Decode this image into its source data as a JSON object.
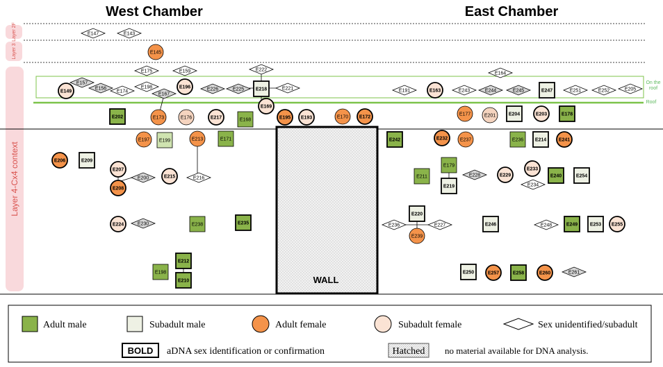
{
  "titles": {
    "west": "West Chamber",
    "east": "East Chamber"
  },
  "side_labels": {
    "layer2f": "Layer 2F",
    "layer3": "Layer 3",
    "layer4": "Layer 4-Cx4 context"
  },
  "roof_labels": {
    "on_the_roof": "On the roof",
    "roof": "Roof"
  },
  "wall_label": "WALL",
  "colors": {
    "adult_male": "#8ab34a",
    "subadult_male": "#eef1e4",
    "adult_female": "#f4934a",
    "subadult_female": "#fbe3d4",
    "roof_line": "#7cc34a",
    "layer_band": "#f9d9dc"
  },
  "legend": {
    "adult_male": "Adult male",
    "subadult_male": "Subadult male",
    "adult_female": "Adult female",
    "subadult_female": "Subadult female",
    "unidentified": "Sex unidentified/subadult",
    "bold_box": "BOLD",
    "bold_text": "aDNA sex identification or confirmation",
    "hatched_box": "Hatched",
    "hatched_text": "no material available for DNA analysis."
  },
  "individuals": [
    {
      "id": "E147",
      "type": "unknown",
      "bold": false,
      "hatched": false
    },
    {
      "id": "E143",
      "type": "unknown",
      "bold": false,
      "hatched": false
    },
    {
      "id": "E145",
      "type": "adult_female",
      "bold": false,
      "hatched": false
    },
    {
      "id": "E175",
      "type": "unknown",
      "bold": false,
      "hatched": false
    },
    {
      "id": "E159",
      "type": "unknown",
      "bold": false,
      "hatched": false
    },
    {
      "id": "E222",
      "type": "unknown",
      "bold": false,
      "hatched": false
    },
    {
      "id": "E164",
      "type": "unknown",
      "bold": false,
      "hatched": false
    },
    {
      "id": "E149",
      "type": "subadult_female",
      "bold": true,
      "hatched": false
    },
    {
      "id": "E157",
      "type": "unknown",
      "bold": false,
      "hatched": true
    },
    {
      "id": "E156",
      "type": "unknown",
      "bold": false,
      "hatched": true
    },
    {
      "id": "E174",
      "type": "unknown",
      "bold": false,
      "hatched": false
    },
    {
      "id": "E198",
      "type": "unknown",
      "bold": false,
      "hatched": false
    },
    {
      "id": "E167",
      "type": "unknown",
      "bold": false,
      "hatched": true
    },
    {
      "id": "E196",
      "type": "subadult_female",
      "bold": true,
      "hatched": false
    },
    {
      "id": "E226",
      "type": "unknown",
      "bold": false,
      "hatched": true
    },
    {
      "id": "E225",
      "type": "unknown",
      "bold": false,
      "hatched": true
    },
    {
      "id": "E218",
      "type": "subadult_male",
      "bold": true,
      "hatched": false
    },
    {
      "id": "E221",
      "type": "unknown",
      "bold": false,
      "hatched": false
    },
    {
      "id": "E191",
      "type": "unknown",
      "bold": false,
      "hatched": false
    },
    {
      "id": "E163",
      "type": "subadult_female",
      "bold": true,
      "hatched": false
    },
    {
      "id": "E243",
      "type": "unknown",
      "bold": false,
      "hatched": false
    },
    {
      "id": "E244",
      "type": "unknown",
      "bold": false,
      "hatched": true
    },
    {
      "id": "E245",
      "type": "unknown",
      "bold": false,
      "hatched": true
    },
    {
      "id": "E247",
      "type": "subadult_male",
      "bold": true,
      "hatched": false
    },
    {
      "id": "E251",
      "type": "unknown",
      "bold": false,
      "hatched": false
    },
    {
      "id": "E252",
      "type": "unknown",
      "bold": false,
      "hatched": false
    },
    {
      "id": "E205",
      "type": "unknown",
      "bold": false,
      "hatched": false
    },
    {
      "id": "E202",
      "type": "adult_male",
      "bold": true,
      "hatched": false
    },
    {
      "id": "E173",
      "type": "adult_female",
      "bold": false,
      "hatched": false
    },
    {
      "id": "E176",
      "type": "subadult_female",
      "bold": false,
      "hatched": true
    },
    {
      "id": "E217",
      "type": "subadult_female",
      "bold": true,
      "hatched": false
    },
    {
      "id": "E169",
      "type": "subadult_female",
      "bold": true,
      "hatched": false
    },
    {
      "id": "E168",
      "type": "adult_male",
      "bold": false,
      "hatched": false
    },
    {
      "id": "E195",
      "type": "adult_female",
      "bold": true,
      "hatched": false
    },
    {
      "id": "E193",
      "type": "subadult_female",
      "bold": true,
      "hatched": false
    },
    {
      "id": "E170",
      "type": "adult_female",
      "bold": false,
      "hatched": false
    },
    {
      "id": "E172",
      "type": "adult_female",
      "bold": true,
      "hatched": false
    },
    {
      "id": "E177",
      "type": "adult_female",
      "bold": false,
      "hatched": false
    },
    {
      "id": "E201",
      "type": "subadult_female",
      "bold": false,
      "hatched": true
    },
    {
      "id": "E204",
      "type": "subadult_male",
      "bold": true,
      "hatched": false
    },
    {
      "id": "E203",
      "type": "subadult_female",
      "bold": true,
      "hatched": false
    },
    {
      "id": "E178",
      "type": "adult_male",
      "bold": true,
      "hatched": false
    },
    {
      "id": "E197",
      "type": "adult_female",
      "bold": false,
      "hatched": false
    },
    {
      "id": "E199",
      "type": "adult_male",
      "bold": false,
      "hatched": true
    },
    {
      "id": "E213",
      "type": "adult_female",
      "bold": false,
      "hatched": false
    },
    {
      "id": "E171",
      "type": "adult_male",
      "bold": false,
      "hatched": false
    },
    {
      "id": "E206",
      "type": "adult_female",
      "bold": true,
      "hatched": false
    },
    {
      "id": "E209",
      "type": "subadult_male",
      "bold": true,
      "hatched": false
    },
    {
      "id": "E207",
      "type": "subadult_female",
      "bold": true,
      "hatched": false
    },
    {
      "id": "E208",
      "type": "adult_female",
      "bold": true,
      "hatched": false
    },
    {
      "id": "E200",
      "type": "unknown",
      "bold": false,
      "hatched": true
    },
    {
      "id": "E215",
      "type": "subadult_female",
      "bold": true,
      "hatched": false
    },
    {
      "id": "E216",
      "type": "unknown",
      "bold": false,
      "hatched": false
    },
    {
      "id": "E224",
      "type": "subadult_female",
      "bold": true,
      "hatched": false
    },
    {
      "id": "E230",
      "type": "unknown",
      "bold": false,
      "hatched": true
    },
    {
      "id": "E238",
      "type": "adult_male",
      "bold": false,
      "hatched": false
    },
    {
      "id": "E235",
      "type": "adult_male",
      "bold": true,
      "hatched": false
    },
    {
      "id": "E198b",
      "label": "E198",
      "type": "adult_male",
      "bold": false,
      "hatched": false
    },
    {
      "id": "E212",
      "type": "adult_male",
      "bold": true,
      "hatched": false
    },
    {
      "id": "E210",
      "type": "adult_male",
      "bold": true,
      "hatched": false
    },
    {
      "id": "E242",
      "type": "adult_male",
      "bold": true,
      "hatched": false
    },
    {
      "id": "E232",
      "type": "adult_female",
      "bold": true,
      "hatched": false
    },
    {
      "id": "E237",
      "type": "adult_female",
      "bold": false,
      "hatched": false
    },
    {
      "id": "E236",
      "type": "adult_male",
      "bold": false,
      "hatched": false
    },
    {
      "id": "E214",
      "type": "subadult_male",
      "bold": true,
      "hatched": false
    },
    {
      "id": "E241",
      "type": "adult_female",
      "bold": true,
      "hatched": false
    },
    {
      "id": "E179",
      "type": "adult_male",
      "bold": false,
      "hatched": false
    },
    {
      "id": "E211",
      "type": "adult_male",
      "bold": false,
      "hatched": false
    },
    {
      "id": "E219",
      "type": "subadult_male",
      "bold": true,
      "hatched": false
    },
    {
      "id": "E228",
      "type": "unknown",
      "bold": false,
      "hatched": true
    },
    {
      "id": "E229",
      "type": "subadult_female",
      "bold": true,
      "hatched": false
    },
    {
      "id": "E233",
      "type": "subadult_female",
      "bold": true,
      "hatched": false
    },
    {
      "id": "E234",
      "type": "unknown",
      "bold": false,
      "hatched": false
    },
    {
      "id": "E240",
      "type": "adult_male",
      "bold": true,
      "hatched": false
    },
    {
      "id": "E254",
      "type": "subadult_male",
      "bold": true,
      "hatched": false
    },
    {
      "id": "E220",
      "type": "subadult_male",
      "bold": true,
      "hatched": false
    },
    {
      "id": "E236b",
      "label": "E236",
      "type": "unknown",
      "bold": false,
      "hatched": false
    },
    {
      "id": "E227",
      "type": "unknown",
      "bold": false,
      "hatched": false
    },
    {
      "id": "E239",
      "type": "adult_female",
      "bold": false,
      "hatched": false
    },
    {
      "id": "E246",
      "type": "subadult_male",
      "bold": true,
      "hatched": false
    },
    {
      "id": "E248",
      "type": "unknown",
      "bold": false,
      "hatched": false
    },
    {
      "id": "E249",
      "type": "adult_male",
      "bold": true,
      "hatched": false
    },
    {
      "id": "E253",
      "type": "subadult_male",
      "bold": true,
      "hatched": false
    },
    {
      "id": "E255",
      "type": "subadult_female",
      "bold": true,
      "hatched": false
    },
    {
      "id": "E250",
      "type": "subadult_male",
      "bold": true,
      "hatched": false
    },
    {
      "id": "E257",
      "type": "adult_female",
      "bold": true,
      "hatched": false
    },
    {
      "id": "E258",
      "type": "adult_male",
      "bold": true,
      "hatched": false
    },
    {
      "id": "E260",
      "type": "adult_female",
      "bold": true,
      "hatched": false
    },
    {
      "id": "E261",
      "type": "unknown",
      "bold": false,
      "hatched": true
    }
  ]
}
